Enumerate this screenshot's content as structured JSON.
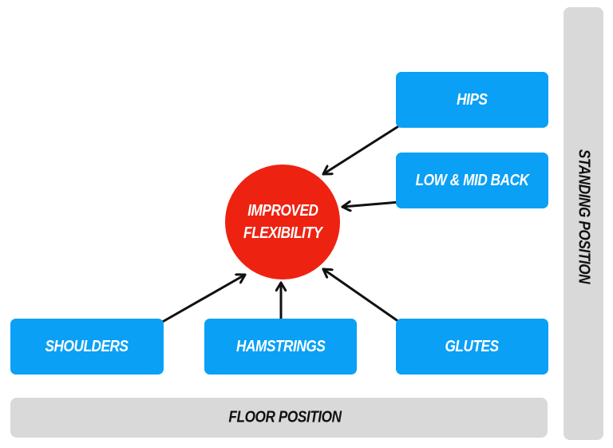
{
  "center": {
    "line1": "IMPROVED",
    "line2": "FLEXIBILITY",
    "color": "#EE2211"
  },
  "boxes": {
    "hips": "HIPS",
    "low_mid_back": "LOW & MID BACK",
    "shoulders": "SHOULDERS",
    "hamstrings": "HAMSTRINGS",
    "glutes": "GLUTES"
  },
  "axes": {
    "floor": "FLOOR POSITION",
    "standing": "STANDING POSITION"
  },
  "colors": {
    "box": "#0AA0F5",
    "bar": "#D9D9D9",
    "arrow": "#111111"
  },
  "edges": [
    {
      "from": "HIPS",
      "to": "IMPROVED FLEXIBILITY"
    },
    {
      "from": "LOW & MID BACK",
      "to": "IMPROVED FLEXIBILITY"
    },
    {
      "from": "SHOULDERS",
      "to": "IMPROVED FLEXIBILITY"
    },
    {
      "from": "HAMSTRINGS",
      "to": "IMPROVED FLEXIBILITY"
    },
    {
      "from": "GLUTES",
      "to": "IMPROVED FLEXIBILITY"
    }
  ]
}
